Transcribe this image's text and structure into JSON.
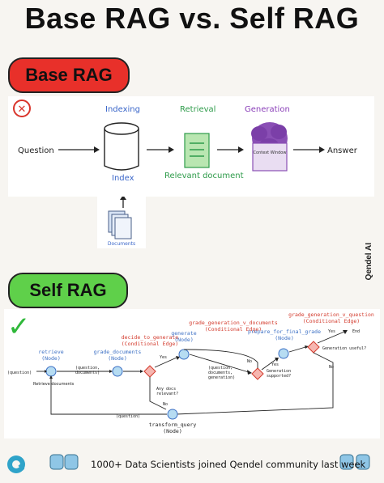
{
  "title": "Base RAG vs. Self RAG",
  "base_label": "Base RAG",
  "self_label": "Self RAG",
  "side_text": "Qendel AI",
  "footer_text": "1000+ Data Scientists joined Qendel community last week",
  "base": {
    "question": "Question",
    "indexing": "Indexing",
    "retrieval": "Retrieval",
    "generation": "Generation",
    "index": "Index",
    "relevant_document": "Relevant document",
    "answer": "Answer",
    "documents": "Documents",
    "context_window": "Context Window",
    "wrong_mark": "✕"
  },
  "self": {
    "check": "✓",
    "retrieve": "retrieve",
    "retrieve_type": "(Node)",
    "grade_documents": "grade_documents",
    "grade_documents_type": "(Node)",
    "decide_to_generate": "decide_to_generate",
    "decide_type": "(Conditional Edge)",
    "generate": "generate",
    "generate_type": "(Node)",
    "grade_gen_docs": "grade_generation_v_documents",
    "grade_gen_docs_type": "(Conditional Edge)",
    "prepare": "prepare_for_final_grade",
    "prepare_type": "(Node)",
    "grade_gen_q": "grade_generation_v_question",
    "grade_gen_q_type": "(Conditional Edge)",
    "transform_query": "transform_query",
    "transform_type": "(Node)",
    "question_in": "(question)",
    "retrieve_docs": "Retrieve documents",
    "qd1": "(question,",
    "qd2": "documents)",
    "any_docs1": "Any docs",
    "any_docs2": "relevant?",
    "yes1": "Yes",
    "no1": "No",
    "qdg1": "(question,",
    "qdg2": "documents,",
    "qdg3": "generation)",
    "gen_supported1": "Generation",
    "gen_supported2": "supported?",
    "yes2": "Yes",
    "no2": "No",
    "gen_useful": "Generation useful?",
    "yes3": "Yes",
    "end": "End",
    "no3": "No",
    "question_loop": "(question)"
  }
}
